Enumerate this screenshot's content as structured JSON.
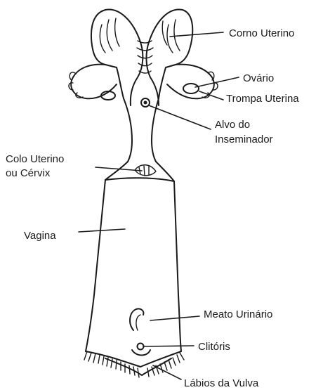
{
  "diagram": {
    "labels": {
      "corno_uterino": "Corno Uterino",
      "ovario": "Ovário",
      "trompa_uterina": "Trompa Uterina",
      "alvo_line1": "Alvo do",
      "alvo_line2": "Inseminador",
      "colo_line1": "Colo Uterino",
      "colo_line2": "ou Cérvix",
      "vagina": "Vagina",
      "meato_urinario": "Meato Urinário",
      "clitoris": "Clitóris",
      "labios_vulva": "Lábios da Vulva"
    },
    "colors": {
      "ink": "#1a1a1a",
      "background": "#ffffff"
    }
  }
}
